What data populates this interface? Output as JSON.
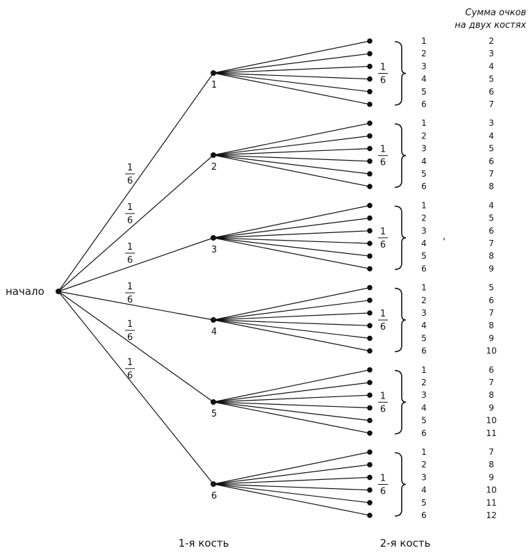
{
  "header": {
    "line1": "Сумма очков",
    "line2": "на двух костях"
  },
  "start_label": "начало",
  "probability": {
    "numerator": "1",
    "denominator": "6"
  },
  "first_die": {
    "axis_label": "1-я кость",
    "outcomes": [
      "1",
      "2",
      "3",
      "4",
      "5",
      "6"
    ]
  },
  "second_die": {
    "axis_label": "2-я кость",
    "outcomes": [
      "1",
      "2",
      "3",
      "4",
      "5",
      "6"
    ]
  },
  "sums": [
    [
      "2",
      "3",
      "4",
      "5",
      "6",
      "7"
    ],
    [
      "3",
      "4",
      "5",
      "6",
      "7",
      "8"
    ],
    [
      "4",
      "5",
      "6",
      "7",
      "8",
      "9"
    ],
    [
      "5",
      "6",
      "7",
      "8",
      "9",
      "10"
    ],
    [
      "6",
      "7",
      "8",
      "9",
      "10",
      "11"
    ],
    [
      "7",
      "8",
      "9",
      "10",
      "11",
      "12"
    ]
  ],
  "stray_mark": ","
}
